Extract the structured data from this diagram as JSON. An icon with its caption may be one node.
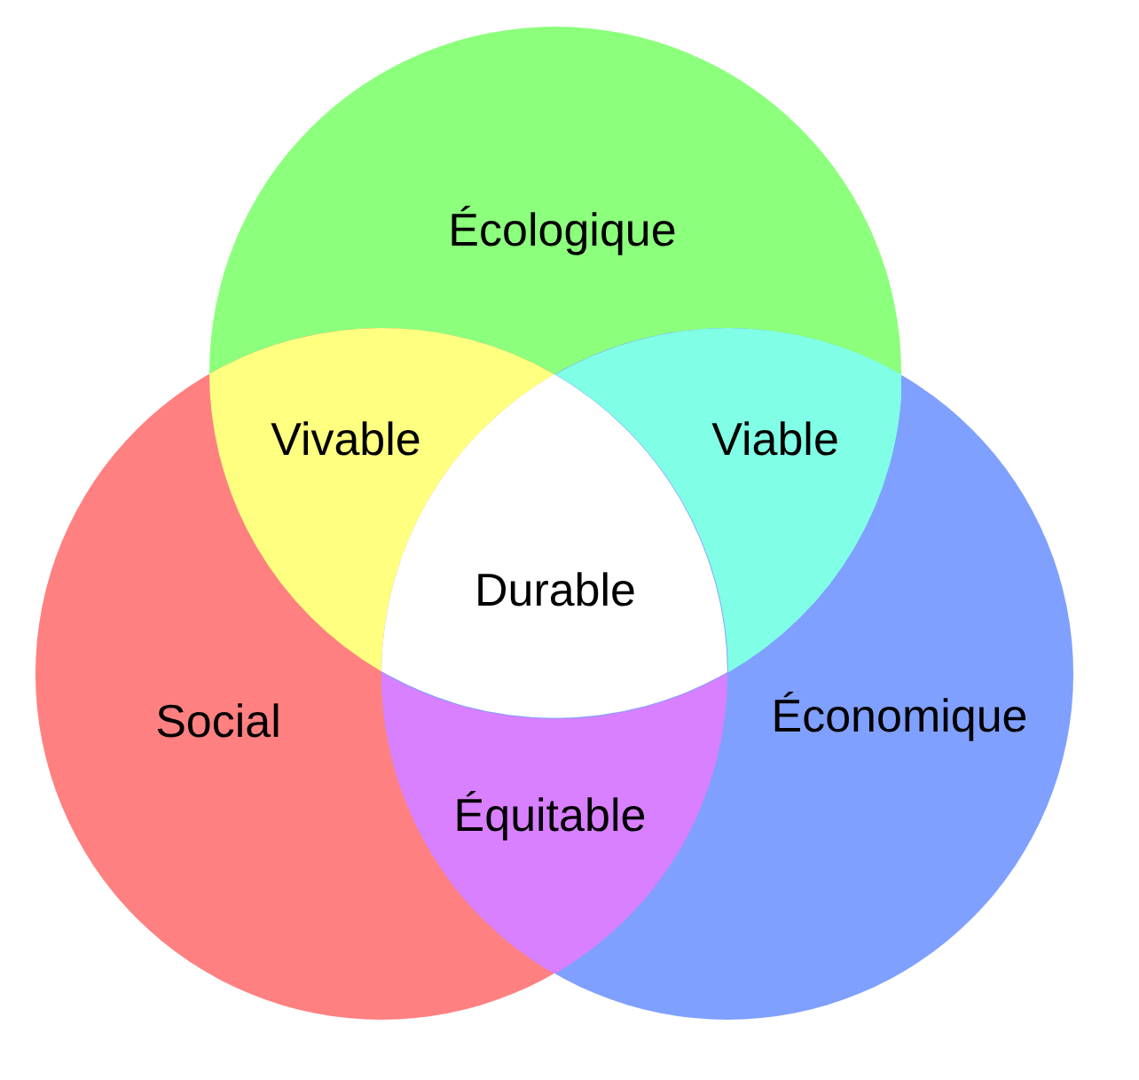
{
  "diagram": {
    "nodes": [
      {
        "text": [
          "Écologique"
        ]
      },
      {
        "text": [
          "Vivable"
        ]
      },
      {
        "text": [
          "Viable"
        ]
      },
      {
        "text": [
          "Durable"
        ]
      },
      {
        "text": [
          "Social"
        ]
      },
      {
        "text": [
          "Économique"
        ]
      },
      {
        "text": [
          "Équitable"
        ]
      }
    ],
    "edges": []
  }
}
